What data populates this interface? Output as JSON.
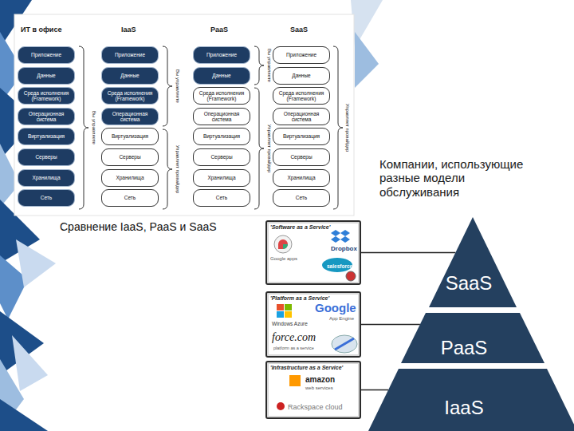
{
  "diagram": {
    "caption": "Сравнение IaaS, PaaS и SaaS",
    "nodes": [
      {
        "text": [
          "Приложение"
        ]
      },
      {
        "text": [
          "Данные"
        ]
      },
      {
        "text": [
          "Среда исполнения (Framework)"
        ]
      },
      {
        "text": [
          "Операционная система"
        ]
      },
      {
        "text": [
          "Виртуализация"
        ]
      },
      {
        "text": [
          "Серверы"
        ]
      },
      {
        "text": [
          "Хранилища"
        ]
      },
      {
        "text": [
          "Сеть"
        ]
      },
      {
        "text": [
          "Приложение"
        ]
      },
      {
        "text": [
          "Данные"
        ]
      },
      {
        "text": [
          "Среда исполнения (Framework)"
        ]
      },
      {
        "text": [
          "Операционная система"
        ]
      },
      {
        "text": [
          "Виртуализация"
        ]
      },
      {
        "text": [
          "Серверы"
        ]
      },
      {
        "text": [
          "Хранилища"
        ]
      },
      {
        "text": [
          "Сеть"
        ]
      },
      {
        "text": [
          "Приложение"
        ]
      },
      {
        "text": [
          "Данные"
        ]
      },
      {
        "text": [
          "Среда исполнения (Framework)"
        ]
      },
      {
        "text": [
          "Операционная система"
        ]
      },
      {
        "text": [
          "Виртуализация"
        ]
      },
      {
        "text": [
          "Серверы"
        ]
      },
      {
        "text": [
          "Хранилища"
        ]
      },
      {
        "text": [
          "Сеть"
        ]
      },
      {
        "text": [
          "Приложение"
        ]
      },
      {
        "text": [
          "Данные"
        ]
      },
      {
        "text": [
          "Среда исполнения (Framework)"
        ]
      },
      {
        "text": [
          "Операционная система"
        ]
      },
      {
        "text": [
          "Виртуализация"
        ]
      },
      {
        "text": [
          "Серверы"
        ]
      },
      {
        "text": [
          "Хранилища"
        ]
      },
      {
        "text": [
          "Сеть"
        ]
      },
      {
        "text": [
          "'Software as a Service'",
          "Google apps",
          "Dropbox",
          "salesforce"
        ]
      },
      {
        "text": [
          "'Platform as a Service'",
          "Windows Azure",
          "Google",
          "App Engine",
          "force.com",
          "platform as a service"
        ]
      },
      {
        "text": [
          "'Infrastructure as a Service'",
          "amazon",
          "web services",
          "Rackspace cloud"
        ]
      },
      {
        "text": [
          "SaaS"
        ]
      },
      {
        "text": [
          "PaaS"
        ]
      },
      {
        "text": [
          "IaaS"
        ]
      }
    ],
    "edges": [
      {
        "from": 32,
        "to": 35,
        "arrow": "none"
      },
      {
        "from": 33,
        "to": 36,
        "arrow": "none"
      },
      {
        "from": 34,
        "to": 37,
        "arrow": "none"
      }
    ],
    "labels": [
      "ИТ в офисе",
      "IaaS",
      "PaaS",
      "SaaS",
      "Вы управляете",
      "Вы управляете",
      "Управляет провайдер",
      "Вы управляете",
      "Управляет провайдер",
      "Управляет провайдер",
      "Компании, использующие разные модели обслуживания"
    ]
  }
}
